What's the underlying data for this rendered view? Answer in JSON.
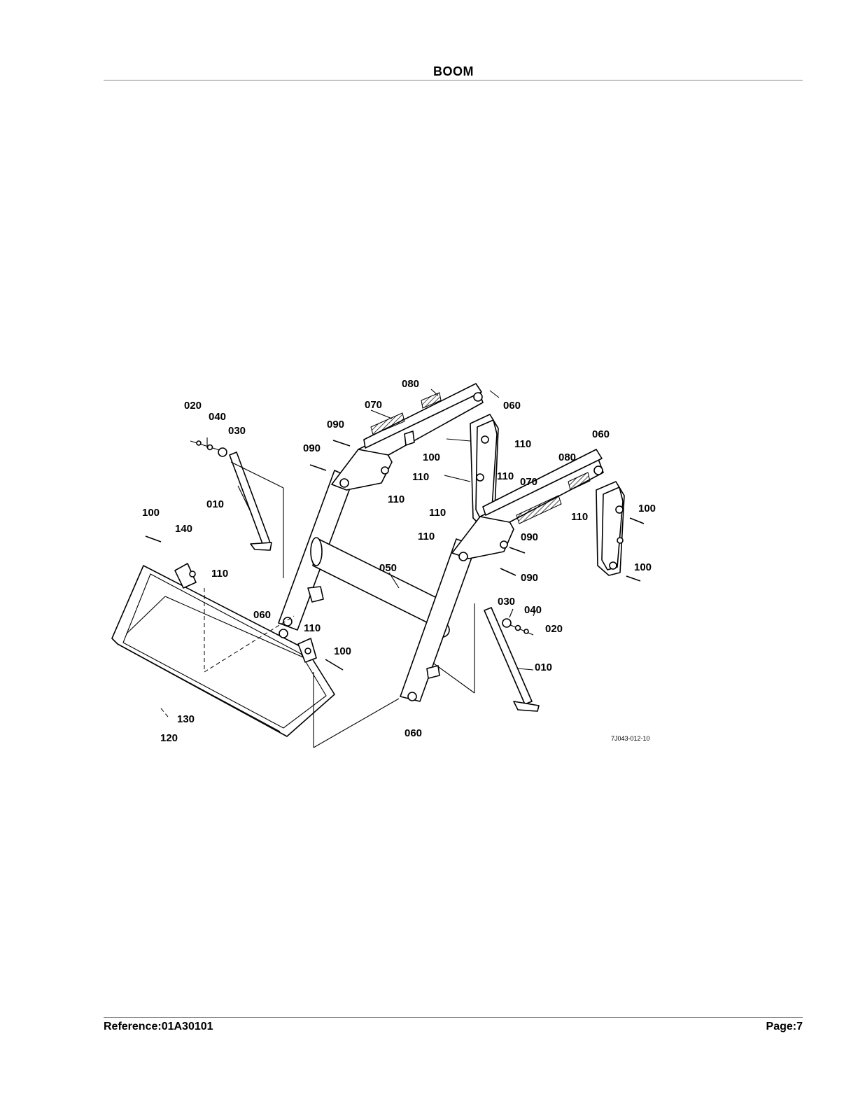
{
  "header": {
    "title": "BOOM"
  },
  "footer": {
    "reference": "Reference:01A30101",
    "page": "Page:7"
  },
  "diagram": {
    "drawing_code": "7J043-012-10",
    "callouts": {
      "c020a": "020",
      "c040a": "040",
      "c030a": "030",
      "c010a": "010",
      "c100a": "100",
      "c140": "140",
      "c110a": "110",
      "c060a": "060",
      "c110b": "110",
      "c100b": "100",
      "c130": "130",
      "c120": "120",
      "c090a": "090",
      "c090b": "090",
      "c070a": "070",
      "c080a": "080",
      "c060b": "060",
      "c110c": "110",
      "c110d": "110",
      "c100c": "100",
      "c110e": "110",
      "c060c": "060",
      "c080b": "080",
      "c070b": "070",
      "c110f": "110",
      "c100d": "100",
      "c110g": "110",
      "c110h": "110",
      "c090c": "090",
      "c110i": "110",
      "c090d": "090",
      "c100e": "100",
      "c050": "050",
      "c030b": "030",
      "c040b": "040",
      "c020b": "020",
      "c010b": "010",
      "c060d": "060"
    }
  }
}
